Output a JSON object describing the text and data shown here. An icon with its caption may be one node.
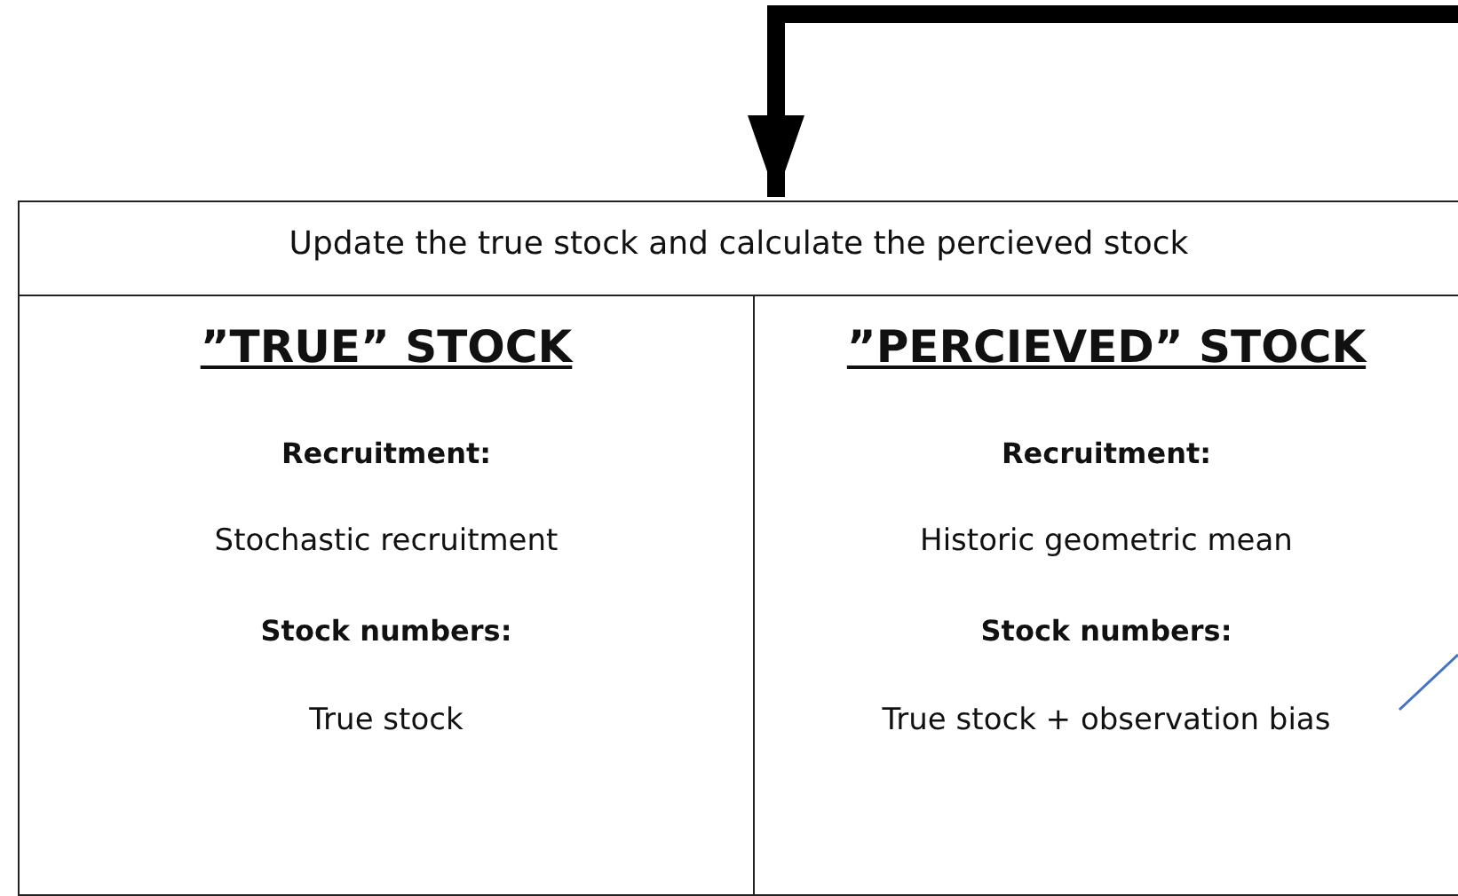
{
  "diagram": {
    "nodes": [
      {
        "text": [
          "Update the true stock and calculate the percieved stock"
        ]
      },
      {
        "text": [
          "”TRUE” STOCK",
          "Recruitment:",
          "Stochastic recruitment",
          "Stock numbers:",
          "True stock"
        ]
      },
      {
        "text": [
          "”PERCIEVED” STOCK",
          "Recruitment:",
          "Historic geometric mean",
          "Stock numbers:",
          "True stock + observation bias"
        ]
      }
    ],
    "edges": [
      {
        "from": null,
        "to": 0,
        "arrow": "to",
        "style": "thick"
      },
      {
        "from": 2,
        "to": null,
        "arrow": "none",
        "color": "#4472c4"
      }
    ]
  }
}
